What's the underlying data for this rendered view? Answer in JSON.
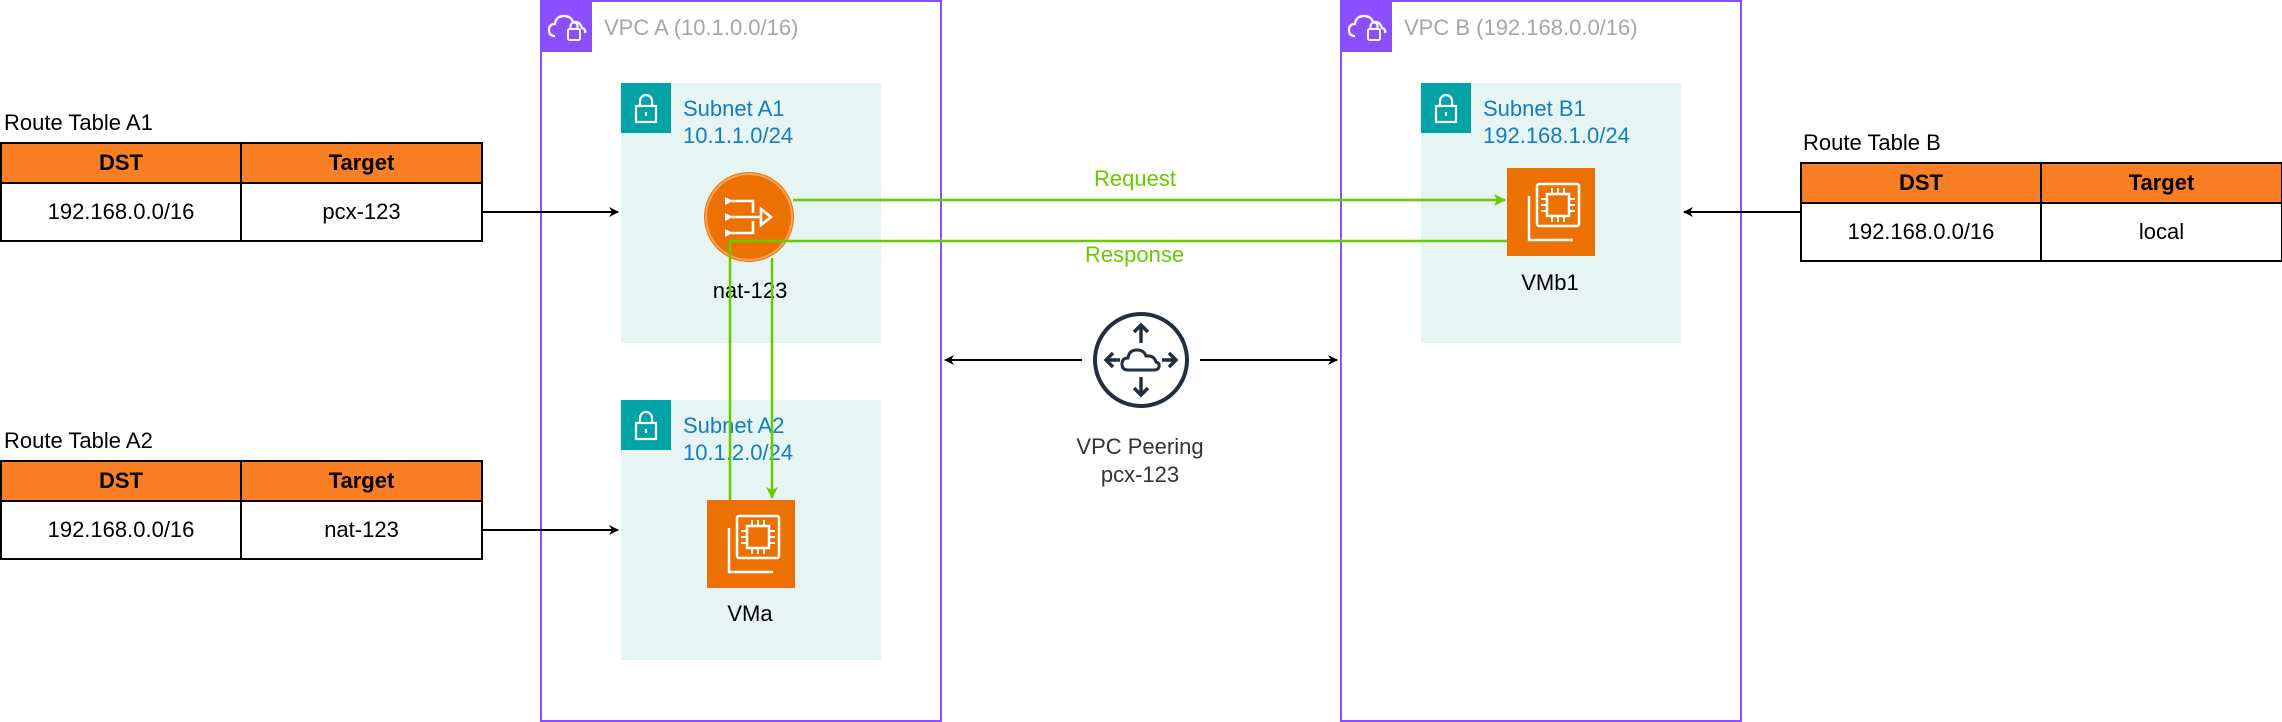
{
  "vpcs": {
    "a": {
      "title": "VPC A (10.1.0.0/16)",
      "icon": "vpc-cloud-lock-icon"
    },
    "b": {
      "title": "VPC B (192.168.0.0/16)",
      "icon": "vpc-cloud-lock-icon"
    }
  },
  "subnets": {
    "a1": {
      "name": "Subnet A1",
      "cidr": "10.1.1.0/24",
      "icon": "padlock-icon"
    },
    "a2": {
      "name": "Subnet A2",
      "cidr": "10.1.2.0/24",
      "icon": "padlock-icon"
    },
    "b1": {
      "name": "Subnet B1",
      "cidr": "192.168.1.0/24",
      "icon": "padlock-icon"
    }
  },
  "nodes": {
    "nat": {
      "label": "nat-123",
      "icon": "nat-gateway-icon"
    },
    "vma": {
      "label": "VMa",
      "icon": "ec2-instance-icon"
    },
    "vmb1": {
      "label": "VMb1",
      "icon": "ec2-instance-icon"
    }
  },
  "peering": {
    "line1": "VPC Peering",
    "line2": "pcx-123",
    "icon": "peering-router-icon"
  },
  "flows": {
    "request": "Request",
    "response": "Response"
  },
  "route_tables": {
    "a1": {
      "title": "Route Table A1",
      "headers": [
        "DST",
        "Target"
      ],
      "rows": [
        [
          "192.168.0.0/16",
          "pcx-123"
        ]
      ]
    },
    "a2": {
      "title": "Route Table A2",
      "headers": [
        "DST",
        "Target"
      ],
      "rows": [
        [
          "192.168.0.0/16",
          "nat-123"
        ]
      ]
    },
    "b": {
      "title": "Route Table B",
      "headers": [
        "DST",
        "Target"
      ],
      "rows": [
        [
          "192.168.0.0/16",
          "local"
        ]
      ]
    }
  },
  "colors": {
    "vpc_border": "#8c4fff",
    "subnet_fill": "#e6f4f4",
    "subnet_badge": "#00a4a6",
    "subnet_text": "#147eba",
    "ec2_orange": "#ed7100",
    "table_header": "#fa7e23",
    "flow_green": "#66cc00"
  }
}
